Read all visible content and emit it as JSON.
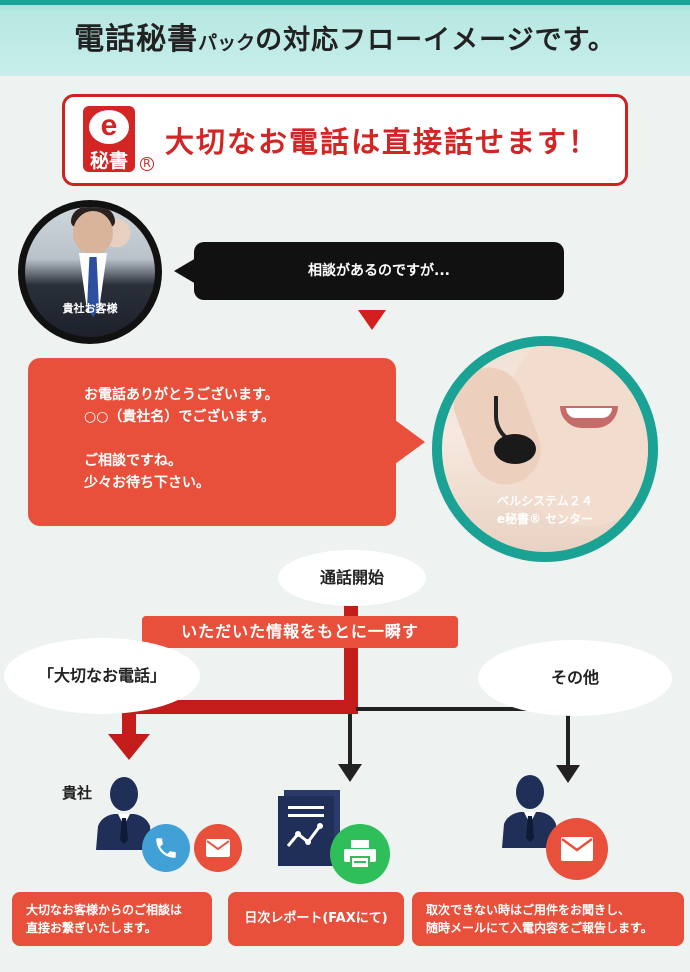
{
  "header": {
    "title_big": "電話秘書",
    "title_small": "パック",
    "title_rest": "の対応フローイメージです。"
  },
  "banner": {
    "logo_e": "e",
    "logo_kanji": "秘書",
    "logo_reg": "R",
    "text": "大切なお電話は直接話せます！"
  },
  "client": {
    "label": "貴社お客様",
    "speech": "相談があるのですが..."
  },
  "operator": {
    "speech_lines": [
      "お電話ありがとうございます。",
      "○○（貴社名）でございます。",
      "",
      "ご相談ですね。",
      "少々お待ち下さい。"
    ],
    "label_line1": "ベルシステム２４",
    "label_line2": "e秘書® センター"
  },
  "flow": {
    "start": "通話開始",
    "instant": "いただいた情報をもとに一瞬す",
    "important": "「大切なお電話」",
    "other": "その他",
    "company": "貴社"
  },
  "boxes": {
    "left_line1": "大切なお客様からのご相談は",
    "left_line2": "直接お繋ぎいたします。",
    "mid": "日次レポート(FAXにて)",
    "right_line1": "取次できない時はご用件をお聞きし、",
    "right_line2": "随時メールにて入電内容をご報告します。"
  },
  "colors": {
    "teal": "#1aa394",
    "red": "#d42525",
    "orange": "#e8503b",
    "navy": "#1f2f57",
    "blue": "#41a0d6",
    "green": "#2fbf5a"
  }
}
